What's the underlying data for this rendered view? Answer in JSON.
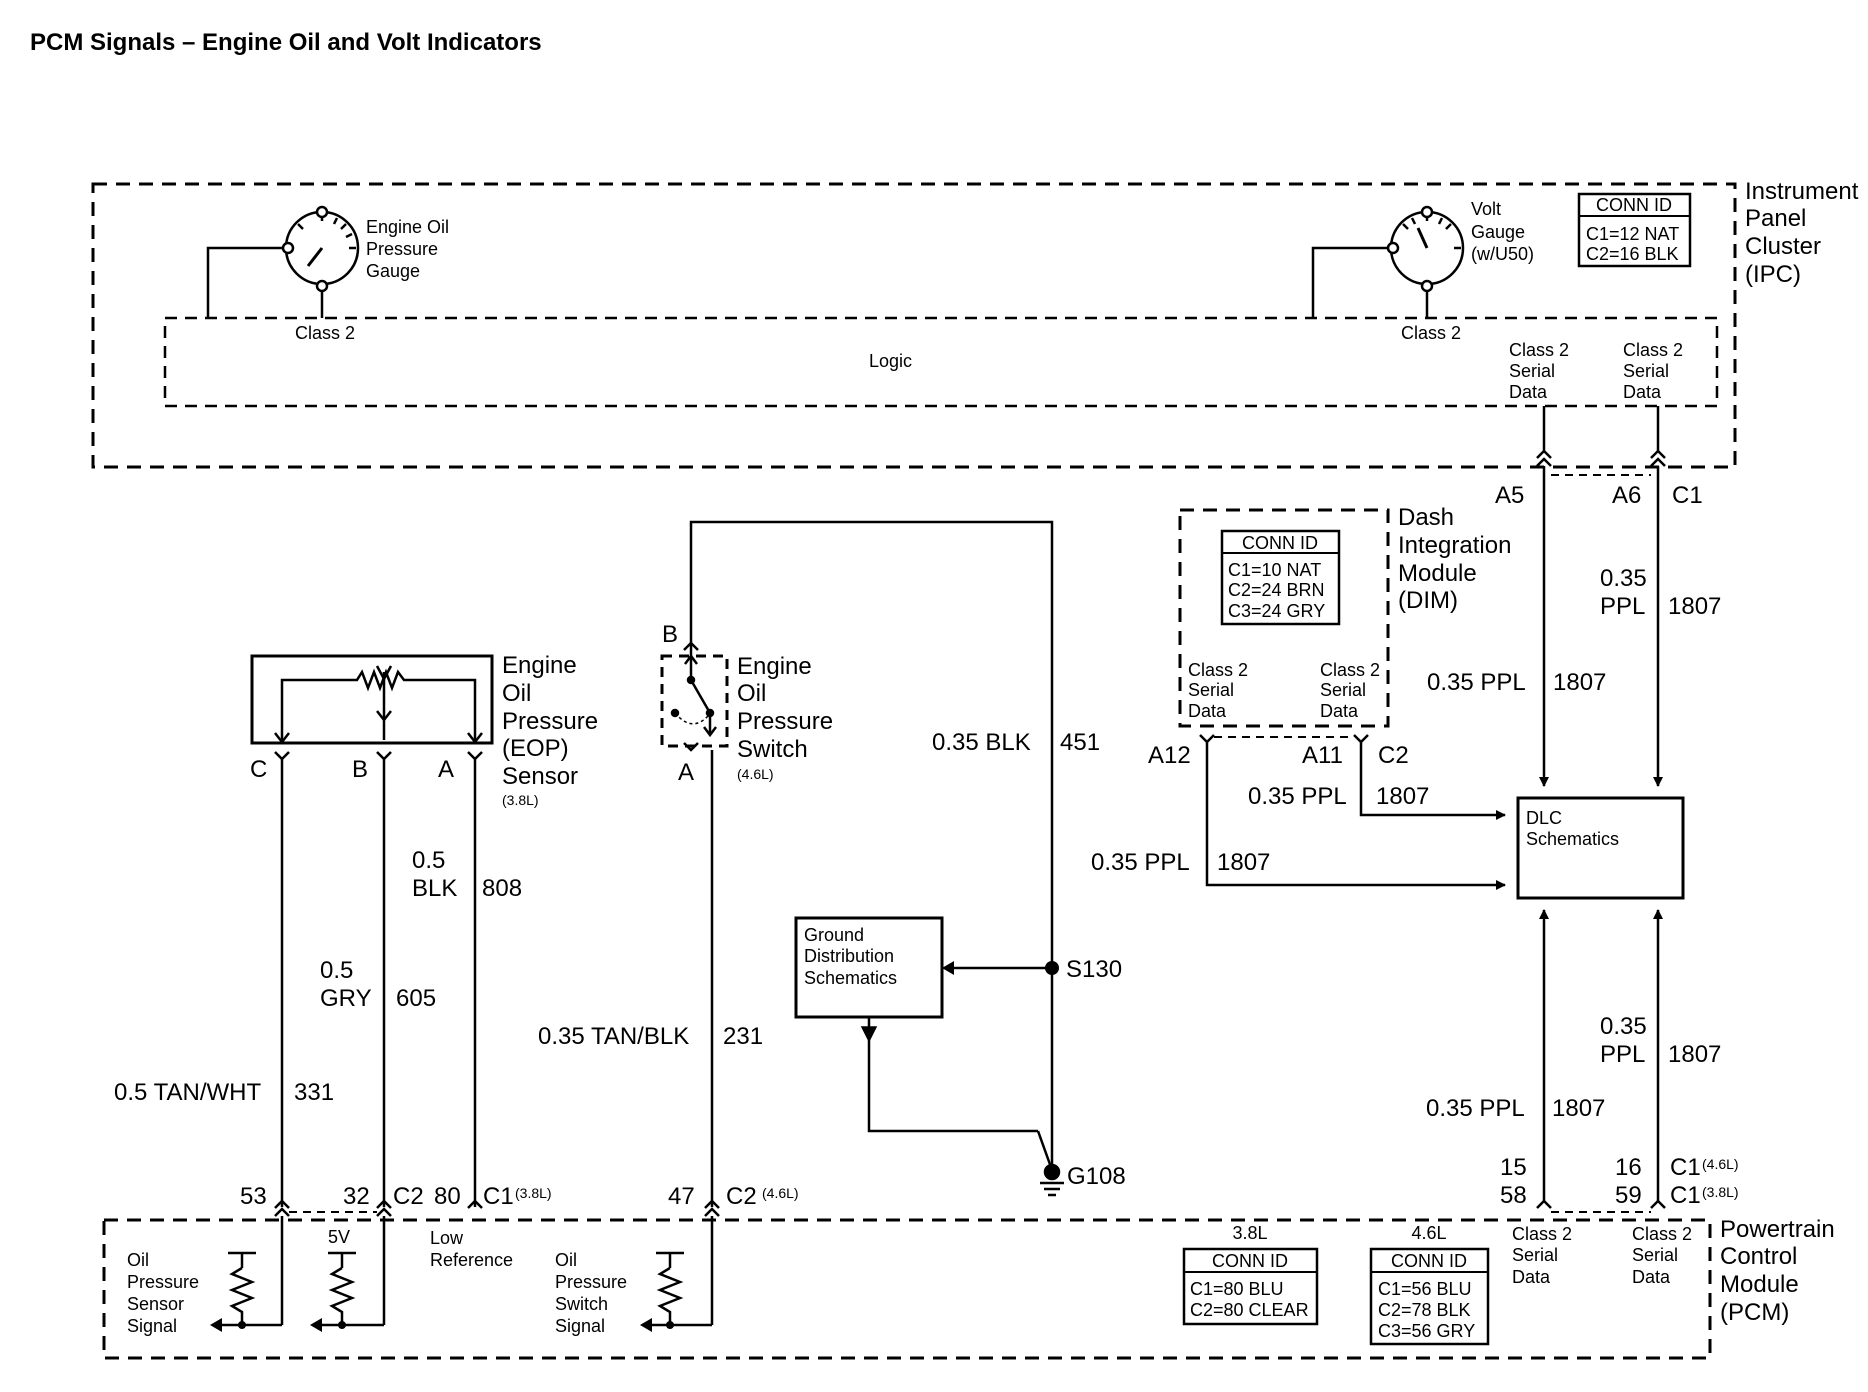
{
  "title": "PCM Signals – Engine Oil and Volt Indicators",
  "ipc": {
    "name": [
      "Instrument",
      "Panel",
      "Cluster",
      "(IPC)"
    ],
    "conn_id": {
      "header": "CONN ID",
      "lines": [
        "C1=12 NAT",
        "C2=16 BLK"
      ]
    },
    "oil_gauge_label": [
      "Engine Oil",
      "Pressure",
      "Gauge"
    ],
    "volt_gauge_label": [
      "Volt",
      "Gauge",
      "(w/U50)"
    ],
    "class2_left": "Class 2",
    "class2_right": "Class 2",
    "logic": "Logic",
    "serial_a": [
      "Class 2",
      "Serial",
      "Data"
    ],
    "serial_b": [
      "Class 2",
      "Serial",
      "Data"
    ],
    "pin_a5": "A5",
    "pin_a6": "A6",
    "conn_c1": "C1"
  },
  "dim": {
    "name": [
      "Dash",
      "Integration",
      "Module",
      "(DIM)"
    ],
    "conn_id": {
      "header": "CONN ID",
      "lines": [
        "C1=10 NAT",
        "C2=24 BRN",
        "C3=24 GRY"
      ]
    },
    "serial_a": [
      "Class 2",
      "Serial",
      "Data"
    ],
    "serial_b": [
      "Class 2",
      "Serial",
      "Data"
    ],
    "pin_a12": "A12",
    "pin_a11": "A11",
    "conn_c2": "C2"
  },
  "eop_sensor": {
    "name": [
      "Engine",
      "Oil",
      "Pressure",
      "(EOP)",
      "Sensor"
    ],
    "variant": "(3.8L)",
    "pins": [
      "C",
      "B",
      "A"
    ]
  },
  "oil_switch": {
    "name": [
      "Engine",
      "Oil",
      "Pressure",
      "Switch"
    ],
    "variant": "(4.6L)",
    "pin_b": "B",
    "pin_a": "A"
  },
  "ground": {
    "box": [
      "Ground",
      "Distribution",
      "Schematics"
    ],
    "splice": "S130",
    "ground_id": "G108"
  },
  "dlc": {
    "box": [
      "DLC",
      "Schematics"
    ]
  },
  "wires": {
    "w331": {
      "size_color": "0.5 TAN/WHT",
      "circuit": "331"
    },
    "w605": {
      "size": "0.5",
      "color": "GRY",
      "circuit": "605"
    },
    "w808": {
      "size": "0.5",
      "color": "BLK",
      "circuit": "808"
    },
    "w231": {
      "size_color": "0.35 TAN/BLK",
      "circuit": "231"
    },
    "w451": {
      "size_color": "0.35 BLK",
      "circuit": "451"
    },
    "ipc_a5": {
      "size_color": "0.35 PPL",
      "circuit": "1807"
    },
    "ipc_c1": {
      "size": "0.35",
      "color": "PPL",
      "circuit": "1807"
    },
    "dim_a11": {
      "size_color": "0.35 PPL",
      "circuit": "1807"
    },
    "dim_a12": {
      "size_color": "0.35 PPL",
      "circuit": "1807"
    },
    "pcm_left": {
      "size_color": "0.35 PPL",
      "circuit": "1807"
    },
    "pcm_right": {
      "size": "0.35",
      "color": "PPL",
      "circuit": "1807"
    }
  },
  "pcm": {
    "name": [
      "Powertrain",
      "Control",
      "Module",
      "(PCM)"
    ],
    "pin53": "53",
    "pin32": "32",
    "conn_c2_a": "C2",
    "pin80": "80",
    "conn_c1_a": "C1",
    "variant_38": "(3.8L)",
    "pin47": "47",
    "conn_c2_b": "C2",
    "variant_46": "(4.6L)",
    "pins_left": [
      "15",
      "58"
    ],
    "pins_right": [
      "16",
      "59"
    ],
    "conn_46": "C1",
    "conn_46_variant": "(4.6L)",
    "conn_38": "C1",
    "conn_38_variant": "(3.8L)",
    "sig_oil_sensor": [
      "Oil",
      "Pressure",
      "Sensor",
      "Signal"
    ],
    "five_v": "5V",
    "low_ref": [
      "Low",
      "Reference"
    ],
    "sig_oil_switch": [
      "Oil",
      "Pressure",
      "Switch",
      "Signal"
    ],
    "serial_a": [
      "Class 2",
      "Serial",
      "Data"
    ],
    "serial_b": [
      "Class 2",
      "Serial",
      "Data"
    ],
    "conn_38L": {
      "label": "3.8L",
      "header": "CONN ID",
      "lines": [
        "C1=80 BLU",
        "C2=80 CLEAR"
      ]
    },
    "conn_46L": {
      "label": "4.6L",
      "header": "CONN ID",
      "lines": [
        "C1=56 BLU",
        "C2=78 BLK",
        "C3=56 GRY"
      ]
    }
  }
}
